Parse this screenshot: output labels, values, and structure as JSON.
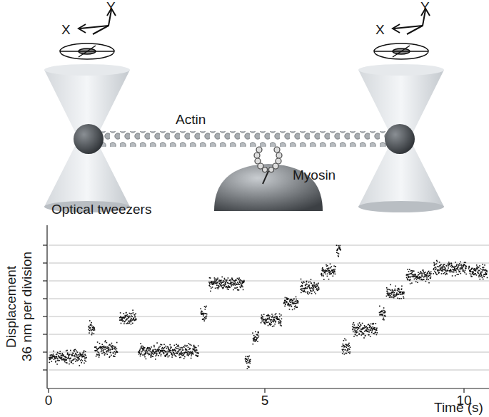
{
  "diagram": {
    "labels": [
      "Y",
      "X",
      "Y",
      "X",
      "Actin",
      "Myosin",
      "Optical tweezers",
      "Displacement",
      "36 nm per division",
      "0",
      "5",
      "10",
      "Time (s)"
    ]
  }
}
